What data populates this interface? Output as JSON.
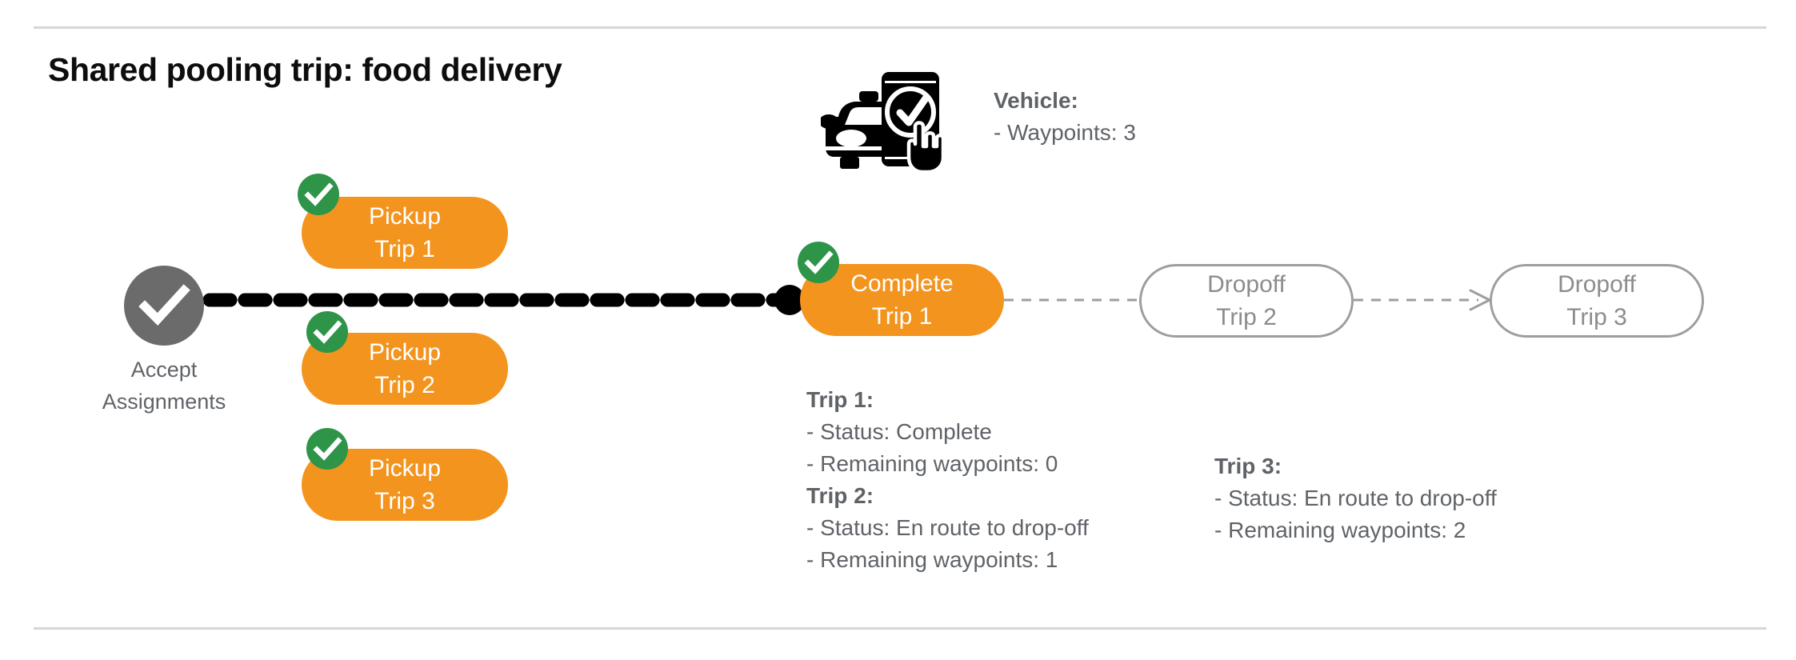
{
  "page": {
    "title": "Shared pooling trip: food delivery",
    "background": "#ffffff",
    "divider_color": "#d5d6d7"
  },
  "colors": {
    "orange": "#F3941F",
    "green": "#2E9448",
    "gray_node": "#6b6b6b",
    "gray_text": "#5f6368",
    "outline_gray": "#9e9e9e",
    "black": "#000000"
  },
  "flow": {
    "start_node": {
      "icon": "check-circle-icon",
      "label_line1": "Accept",
      "label_line2": "Assignments"
    },
    "pickups": [
      {
        "line1": "Pickup",
        "line2": "Trip 1",
        "completed": true
      },
      {
        "line1": "Pickup",
        "line2": "Trip 2",
        "completed": true
      },
      {
        "line1": "Pickup",
        "line2": "Trip 3",
        "completed": true
      }
    ],
    "current": {
      "line1": "Complete",
      "line2": "Trip 1",
      "completed": true
    },
    "dropoffs": [
      {
        "line1": "Dropoff",
        "line2": "Trip 2",
        "completed": false
      },
      {
        "line1": "Dropoff",
        "line2": "Trip 3",
        "completed": false
      }
    ]
  },
  "vehicle": {
    "icon": "car-phone-check-icon",
    "heading": "Vehicle:",
    "waypoints_line": "- Waypoints: 3"
  },
  "trips": {
    "trip1": {
      "heading": "Trip 1:",
      "status_line": "- Status:  Complete",
      "waypoints_line": "- Remaining waypoints: 0"
    },
    "trip2": {
      "heading": "Trip 2:",
      "status_line": "- Status:  En route to drop-off",
      "waypoints_line": "- Remaining waypoints: 1"
    },
    "trip3": {
      "heading": "Trip 3:",
      "status_line": "- Status:  En route to drop-off",
      "waypoints_line": "- Remaining waypoints: 2"
    }
  }
}
